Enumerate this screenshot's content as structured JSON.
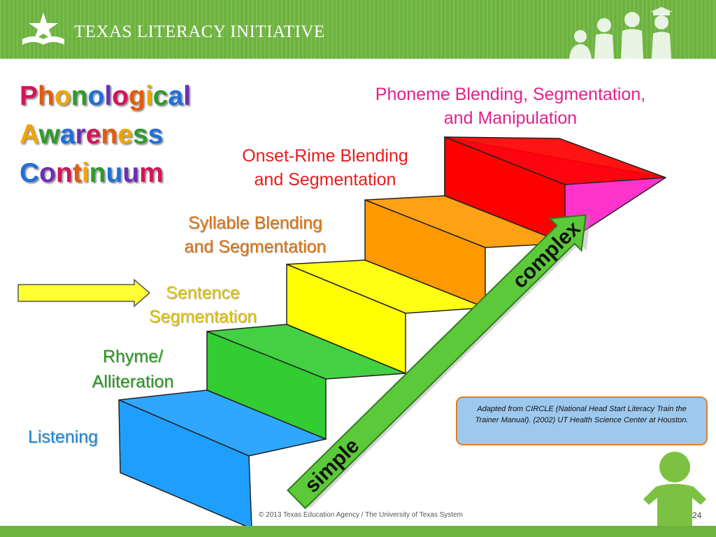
{
  "header": {
    "brand": "TEXAS LITERACY INITIATIVE",
    "logo_icon": "star-book-icon",
    "decoration_icon": "children-silhouette-icon"
  },
  "title": {
    "lines": [
      "Phonological",
      "Awareness",
      "Continuum"
    ],
    "letter_colors": [
      "#d4145a",
      "#e55a0a",
      "#f0a500",
      "#2e9a2e",
      "#1e6fd9",
      "#6a2fb5"
    ]
  },
  "levels": [
    {
      "label_lines": [
        "Listening"
      ],
      "color": "#1e9fff"
    },
    {
      "label_lines": [
        "Rhyme/",
        "Alliteration"
      ],
      "color": "#33cc33"
    },
    {
      "label_lines": [
        "Sentence",
        "Segmentation"
      ],
      "color": "#ffff00"
    },
    {
      "label_lines": [
        "Syllable Blending",
        "and Segmentation"
      ],
      "color": "#ff9900"
    },
    {
      "label_lines": [
        "Onset-Rime Blending",
        "and Segmentation"
      ],
      "color": "#ff0000"
    },
    {
      "label_lines": [
        "Phoneme Blending, Segmentation,",
        "and Manipulation"
      ],
      "color": "#ff33cc"
    }
  ],
  "current_level_arrow_color": "#ffff33",
  "progress_arrow": {
    "start_label": "simple",
    "end_label": "complex",
    "color": "#5cc93a"
  },
  "citation": {
    "text": "Adapted from CIRCLE (National Head Start Literacy Train the Trainer Manual). (2002) UT Health Science Center at Houston."
  },
  "footer": {
    "copyright": "© 2013 Texas Education Agency / The University of Texas System",
    "slide_number": "24"
  }
}
